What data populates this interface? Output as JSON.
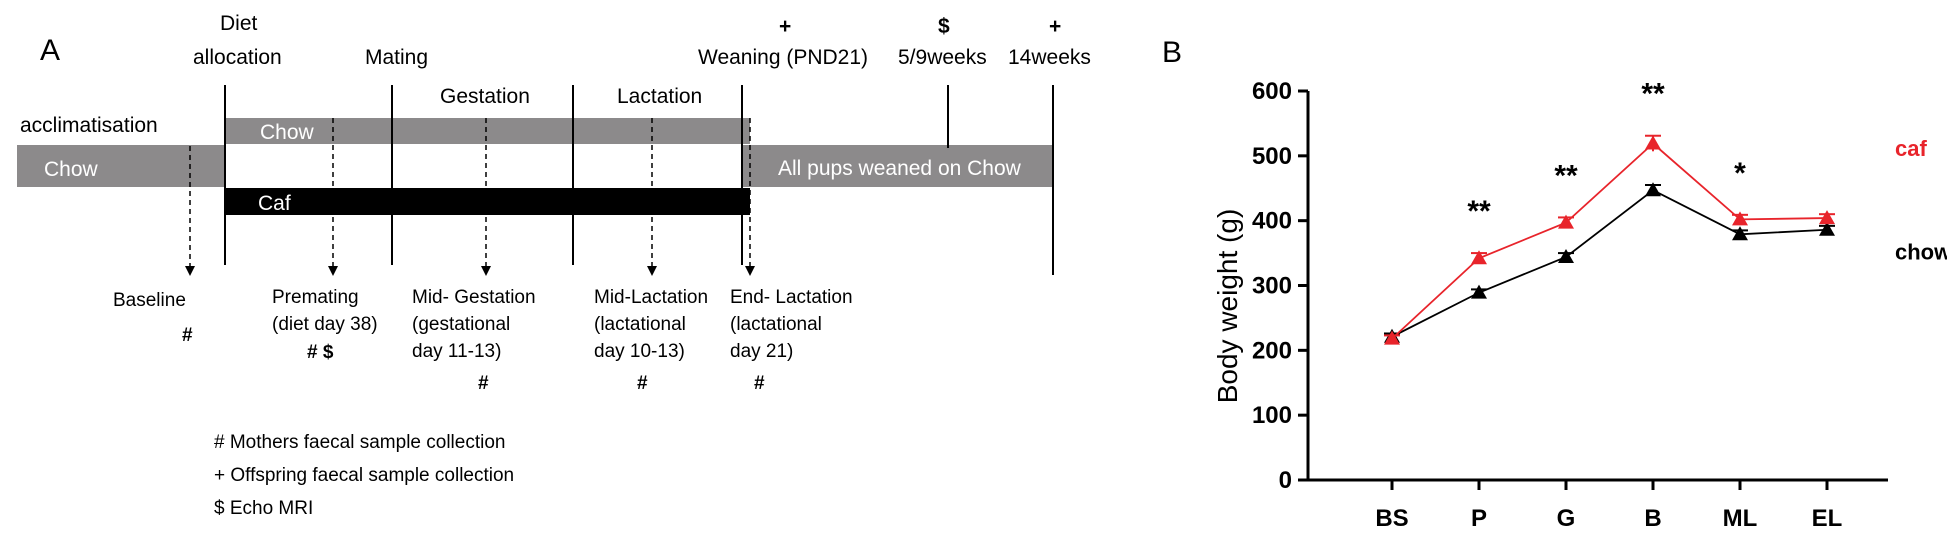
{
  "panel_a": {
    "label": "A",
    "phases": {
      "diet_allocation": [
        "Diet",
        "allocation"
      ],
      "mating": "Mating",
      "gestation": "Gestation",
      "lactation": "Lactation",
      "weaning": "Weaning (PND21)",
      "weeks_59": "5/9weeks",
      "weeks_14": "14weeks",
      "acclimatisation": "acclimatisation"
    },
    "top_markers": {
      "weaning": "+",
      "weeks_59": "$",
      "weeks_14": "+"
    },
    "bars": {
      "chow_left": "Chow",
      "chow_top": "Chow",
      "caf": "Caf",
      "pups": "All pups weaned on Chow"
    },
    "timepoints": {
      "baseline": {
        "lines": [
          "Baseline"
        ],
        "marker": "#"
      },
      "premating": {
        "lines": [
          "Premating",
          "(diet day 38)"
        ],
        "marker": "# $"
      },
      "mid_gestation": {
        "lines": [
          "Mid- Gestation",
          "(gestational",
          "day 11-13)"
        ],
        "marker": "#"
      },
      "mid_lactation": {
        "lines": [
          "Mid-Lactation",
          "(lactational",
          "day 10-13)"
        ],
        "marker": "#"
      },
      "end_lactation": {
        "lines": [
          "End- Lactation",
          "(lactational",
          "day 21)"
        ],
        "marker": "#"
      }
    },
    "legend": [
      "# Mothers faecal sample collection",
      "+ Offspring faecal sample collection",
      "$ Echo MRI"
    ],
    "colors": {
      "chow_bar": "#8c8a8b",
      "caf_bar": "#000000"
    }
  },
  "panel_b": {
    "label": "B",
    "chart_data": {
      "type": "line",
      "categories": [
        "BS",
        "P",
        "G",
        "B",
        "ML",
        "EL"
      ],
      "series": [
        {
          "name": "caf",
          "color": "#e8242b",
          "values": [
            218,
            342,
            397,
            519,
            402,
            404
          ],
          "errors": [
            5,
            8,
            8,
            12,
            7,
            6
          ]
        },
        {
          "name": "chow",
          "color": "#000000",
          "values": [
            221,
            289,
            344,
            447,
            379,
            386
          ],
          "errors": [
            5,
            5,
            6,
            8,
            6,
            6
          ]
        }
      ],
      "significance": [
        "",
        "**",
        "**",
        "**",
        "*",
        ""
      ],
      "title": "",
      "xlabel": "",
      "ylabel": "Body weight (g)",
      "ylim": [
        0,
        600
      ],
      "yticks": [
        0,
        100,
        200,
        300,
        400,
        500,
        600
      ],
      "grid": false
    }
  }
}
